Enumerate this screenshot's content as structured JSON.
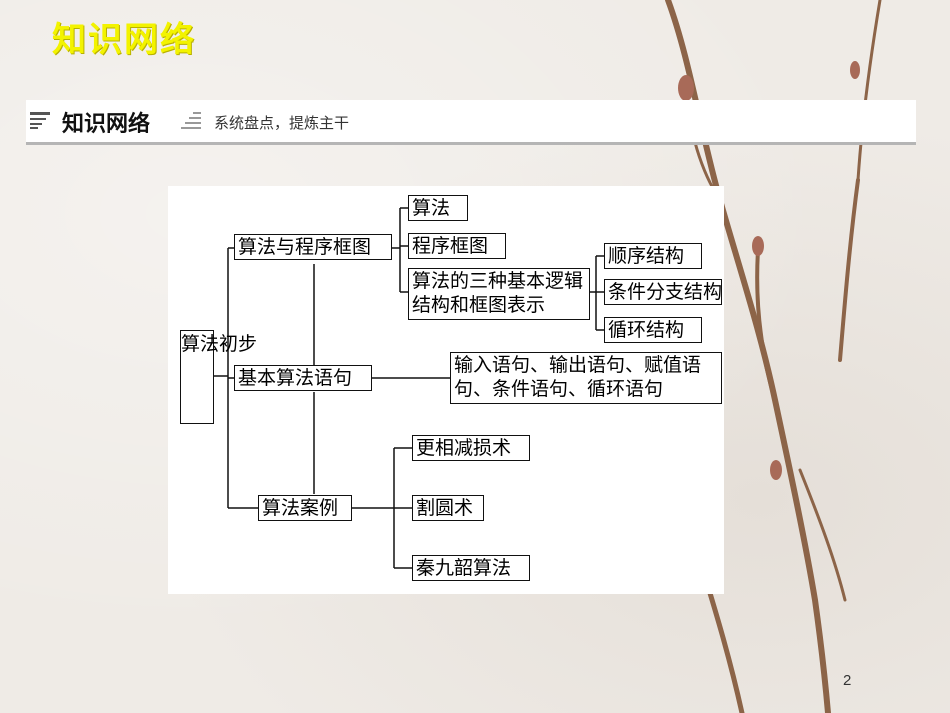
{
  "slide": {
    "title": "知识网络",
    "page_number": "2"
  },
  "banner": {
    "main": "知识网络",
    "sub": "系统盘点，提炼主干"
  },
  "diagram": {
    "root": "算法初步",
    "level1": [
      "算法与程序框图",
      "基本算法语句",
      "算法案例"
    ],
    "algorithm_flowchart": [
      "算法",
      "程序框图",
      "算法的三种基本逻辑结构和框图表示"
    ],
    "structures": [
      "顺序结构",
      "条件分支结构",
      "循环结构"
    ],
    "statements": "输入语句、输出语句、赋值语句、条件语句、循环语句",
    "cases": [
      "更相减损术",
      "割圆术",
      "秦九韶算法"
    ]
  },
  "colors": {
    "title_yellow": "#f3f300",
    "background": "#efebe6"
  }
}
